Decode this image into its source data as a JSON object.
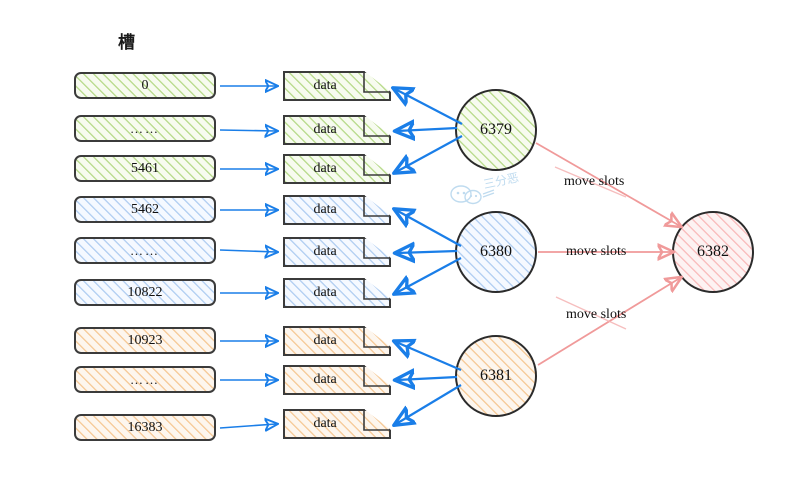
{
  "diagram": {
    "title_label": "槽",
    "slot_column": {
      "name": "hash-slot-column",
      "rows": [
        {
          "label": "0",
          "group": "green"
        },
        {
          "label": "……",
          "group": "green"
        },
        {
          "label": "5461",
          "group": "green"
        },
        {
          "label": "5462",
          "group": "blue"
        },
        {
          "label": "……",
          "group": "blue"
        },
        {
          "label": "10822",
          "group": "blue"
        },
        {
          "label": "10923",
          "group": "orange"
        },
        {
          "label": "……",
          "group": "orange"
        },
        {
          "label": "16383",
          "group": "orange"
        }
      ]
    },
    "data_column": {
      "name": "data-document-column",
      "items": [
        {
          "label": "data",
          "group": "green"
        },
        {
          "label": "data",
          "group": "green"
        },
        {
          "label": "data",
          "group": "green"
        },
        {
          "label": "data",
          "group": "blue"
        },
        {
          "label": "data",
          "group": "blue"
        },
        {
          "label": "data",
          "group": "blue"
        },
        {
          "label": "data",
          "group": "orange"
        },
        {
          "label": "data",
          "group": "orange"
        },
        {
          "label": "data",
          "group": "orange"
        }
      ]
    },
    "nodes": [
      {
        "id": "node-6379",
        "label": "6379",
        "group": "green"
      },
      {
        "id": "node-6380",
        "label": "6380",
        "group": "blue"
      },
      {
        "id": "node-6381",
        "label": "6381",
        "group": "orange"
      },
      {
        "id": "node-6382",
        "label": "6382",
        "group": "pink"
      }
    ],
    "migration_labels": [
      {
        "id": "move-slots-6379",
        "text": "move slots"
      },
      {
        "id": "move-slots-6380",
        "text": "move slots"
      },
      {
        "id": "move-slots-6381",
        "text": "move slots"
      }
    ],
    "watermark": {
      "text": "三分恶"
    },
    "colors": {
      "green_hatch": "#8cc446",
      "blue_hatch": "#78aae6",
      "orange_hatch": "#f0aa5a",
      "pink_hatch": "#f58c8c",
      "outline": "#3b3b3b",
      "blue_arrow": "#1a7ee8",
      "pink_arrow": "#f09a9a",
      "watermark": "#9ec9e8"
    }
  }
}
